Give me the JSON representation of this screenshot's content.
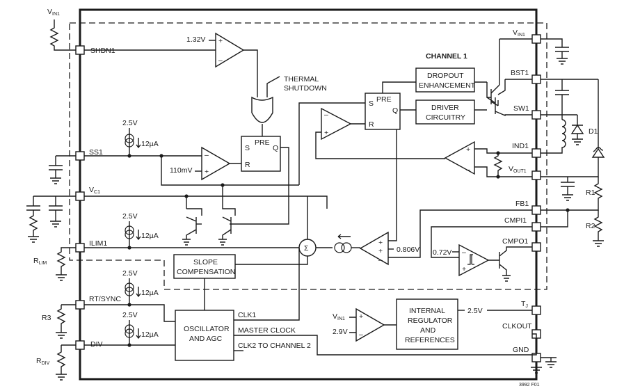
{
  "channel_label": "CHANNEL 1",
  "figure_code": "3992 F01",
  "pins_left": {
    "shdn": "SHDN1",
    "ss": "SS1",
    "vc": "V",
    "vc_sub": "C1",
    "ilim": "ILIM1",
    "rtsync": "RT/SYNC",
    "div": "DIV"
  },
  "pins_right": {
    "vin": "V",
    "vin_sub": "IN1",
    "bst": "BST1",
    "sw": "SW1",
    "ind": "IND1",
    "vout": "V",
    "vout_sub": "OUT1",
    "fb": "FB1",
    "cmpi": "CMPI1",
    "cmpo": "CMPO1",
    "tj": "T",
    "tj_sub": "J",
    "clkout": "CLKOUT",
    "gnd": "GND"
  },
  "external": {
    "vin_top": "V",
    "vin_top_sub": "IN1",
    "r_lim": "R",
    "r_lim_sub": "LIM",
    "r3": "R3",
    "r_div": "R",
    "r_div_sub": "DIV",
    "d1": "D1",
    "r1": "R1",
    "r2": "R2"
  },
  "blocks": {
    "dropout": [
      "DROPOUT",
      "ENHANCEMENT"
    ],
    "driver": [
      "DRIVER",
      "CIRCUITRY"
    ],
    "slope": [
      "SLOPE",
      "COMPENSATION"
    ],
    "oscillator": [
      "OSCILLATOR",
      "AND AGC"
    ],
    "regulator": [
      "INTERNAL",
      "REGULATOR",
      "AND",
      "REFERENCES"
    ],
    "thermal": [
      "THERMAL",
      "SHUTDOWN"
    ]
  },
  "labels": {
    "v132": "1.32V",
    "v110m": "110mV",
    "v25": "2.5V",
    "i12u": "12µA",
    "v0806": "0.806V",
    "v072": "0.72V",
    "v29": "2.9V",
    "vin_int": "V",
    "vin_int_sub": "IN1",
    "clk1": "CLK1",
    "master_clock": "MASTER CLOCK",
    "clk2": "CLK2 TO CHANNEL 2",
    "pre": "PRE",
    "s": "S",
    "r": "R",
    "q": "Q",
    "sigma": "Σ",
    "plus": "+",
    "minus": "–"
  }
}
